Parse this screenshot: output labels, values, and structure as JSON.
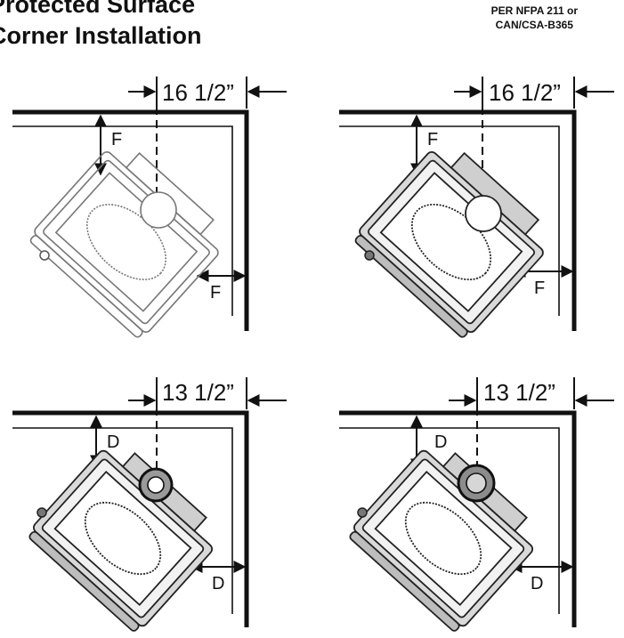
{
  "header": {
    "title_line1": "Protected Surface",
    "title_line2": "Corner Installation",
    "note_line1": "PER NFPA 211 or",
    "note_line2": "CAN/CSA-B365"
  },
  "panels": [
    {
      "dimension": "16 1/2”",
      "letter_top": "F",
      "letter_side": "F",
      "style": "outline"
    },
    {
      "dimension": "16 1/2”",
      "letter_top": "F",
      "letter_side": "F",
      "style": "shaded"
    },
    {
      "dimension": "13 1/2”",
      "letter_top": "D",
      "letter_side": "D",
      "style": "shaded"
    },
    {
      "dimension": "13 1/2”",
      "letter_top": "D",
      "letter_side": "D",
      "style": "shaded"
    }
  ]
}
